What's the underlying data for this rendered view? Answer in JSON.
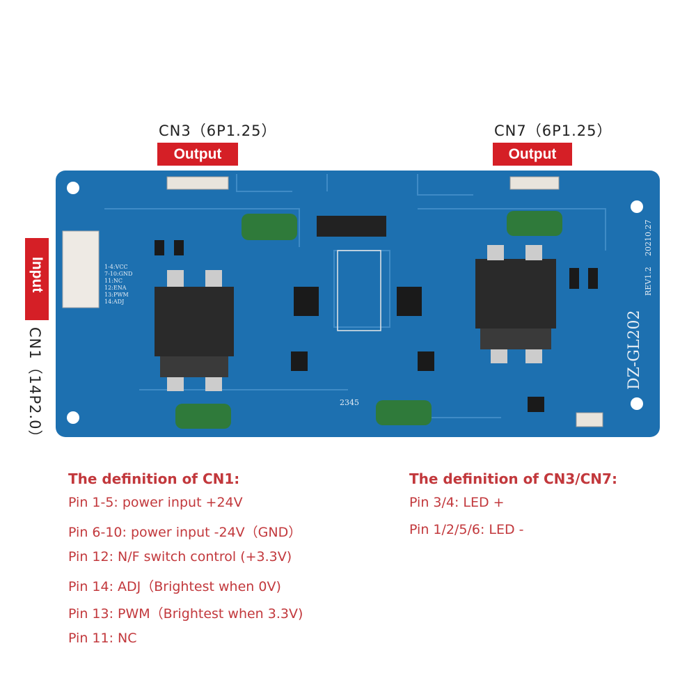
{
  "labels": {
    "cn3": "CN3（6P1.25）",
    "cn7": "CN7（6P1.25）",
    "output_left": "Output",
    "output_right": "Output",
    "input": "Input",
    "cn1": "CN1（14P2.0）"
  },
  "board": {
    "model": "DZ-GL202",
    "rev": "REV1.2",
    "date": "20210.27",
    "marking": "2345",
    "pin_legend": [
      "1-4:VCC",
      "7-10:GND",
      "11:NC",
      "12:ENA",
      "13:PWM",
      "14:ADJ"
    ],
    "colors": {
      "pcb": "#1d70b0",
      "cap": "#2f7a3a",
      "tag": "#d51f26",
      "text": "#c2383c"
    }
  },
  "cn1_definition": {
    "title": "The definition of CN1:",
    "lines": [
      "Pin 1-5: power input +24V",
      "Pin 6-10: power input -24V（GND）",
      "Pin 12: N/F switch control (+3.3V)",
      "Pin 14: ADJ（Brightest when 0V)",
      "Pin 13: PWM（Brightest when 3.3V)",
      "Pin 11: NC"
    ]
  },
  "cn37_definition": {
    "title": "The definition of CN3/CN7:",
    "lines": [
      "Pin 3/4: LED +",
      "Pin 1/2/5/6: LED -"
    ]
  }
}
